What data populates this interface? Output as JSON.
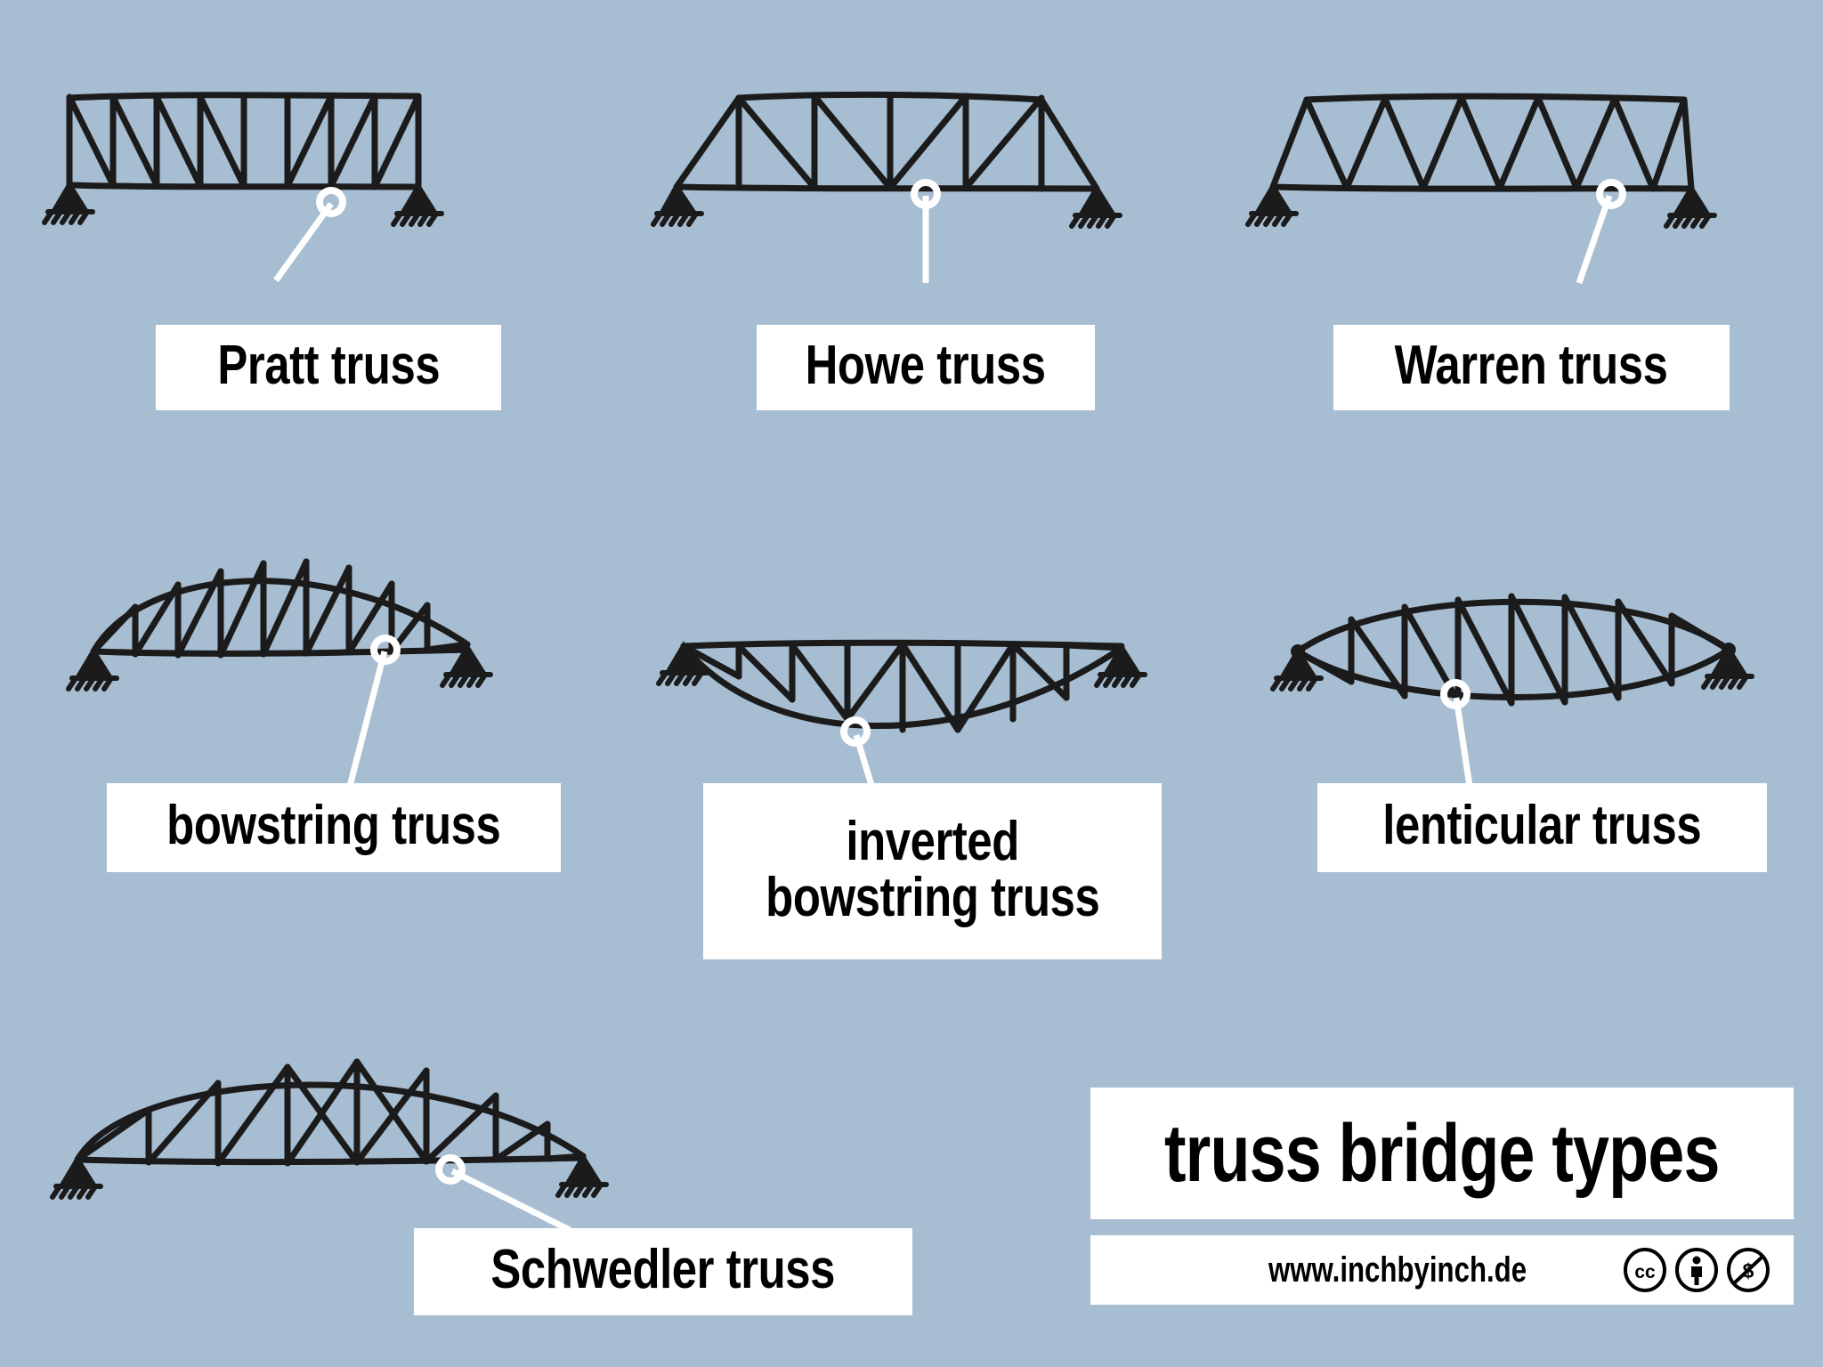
{
  "meta": {
    "background_color": "#a7bdd2",
    "ink_color": "#1b1b1b",
    "label_box_color": "#ffffff",
    "label_text_color": "#000000",
    "leader_line_color": "#ffffff"
  },
  "diagram": {
    "title": "truss bridge types",
    "items": [
      {
        "id": "pratt",
        "label": "Pratt truss",
        "type": "parallel-chord",
        "description": "rectangular truss with vertical members and diagonals sloping down toward the center"
      },
      {
        "id": "howe",
        "label": "Howe truss",
        "type": "parallel-chord-with-inclined-end-posts",
        "description": "inclined end posts, vertical members and diagonals sloping toward the ends"
      },
      {
        "id": "warren",
        "label": "Warren truss",
        "type": "parallel-chord-zigzag",
        "description": "equilateral triangles forming a continuous zigzag, no verticals"
      },
      {
        "id": "bowstring",
        "label": "bowstring truss",
        "type": "arched-top-chord",
        "description": "curved upper chord arching above a straight bottom chord"
      },
      {
        "id": "inverted-bowstring",
        "label_line1": "inverted",
        "label_line2": "bowstring truss",
        "label": "inverted bowstring truss",
        "type": "arched-bottom-chord",
        "description": "straight upper chord with the lower chord curving downward"
      },
      {
        "id": "lenticular",
        "label": "lenticular truss",
        "type": "lens",
        "description": "upper and lower chords both curve, forming a lens shape"
      },
      {
        "id": "schwedler",
        "label": "Schwedler truss",
        "type": "arched-top-with-cross-bracing",
        "description": "arched upper chord with verticals and crossed diagonals at midspan"
      }
    ]
  },
  "branding": {
    "title": "truss bridge types",
    "url": "www.inchbyinch.de",
    "license_badges": [
      "cc-icon",
      "cc-by-icon",
      "cc-nc-icon"
    ]
  }
}
